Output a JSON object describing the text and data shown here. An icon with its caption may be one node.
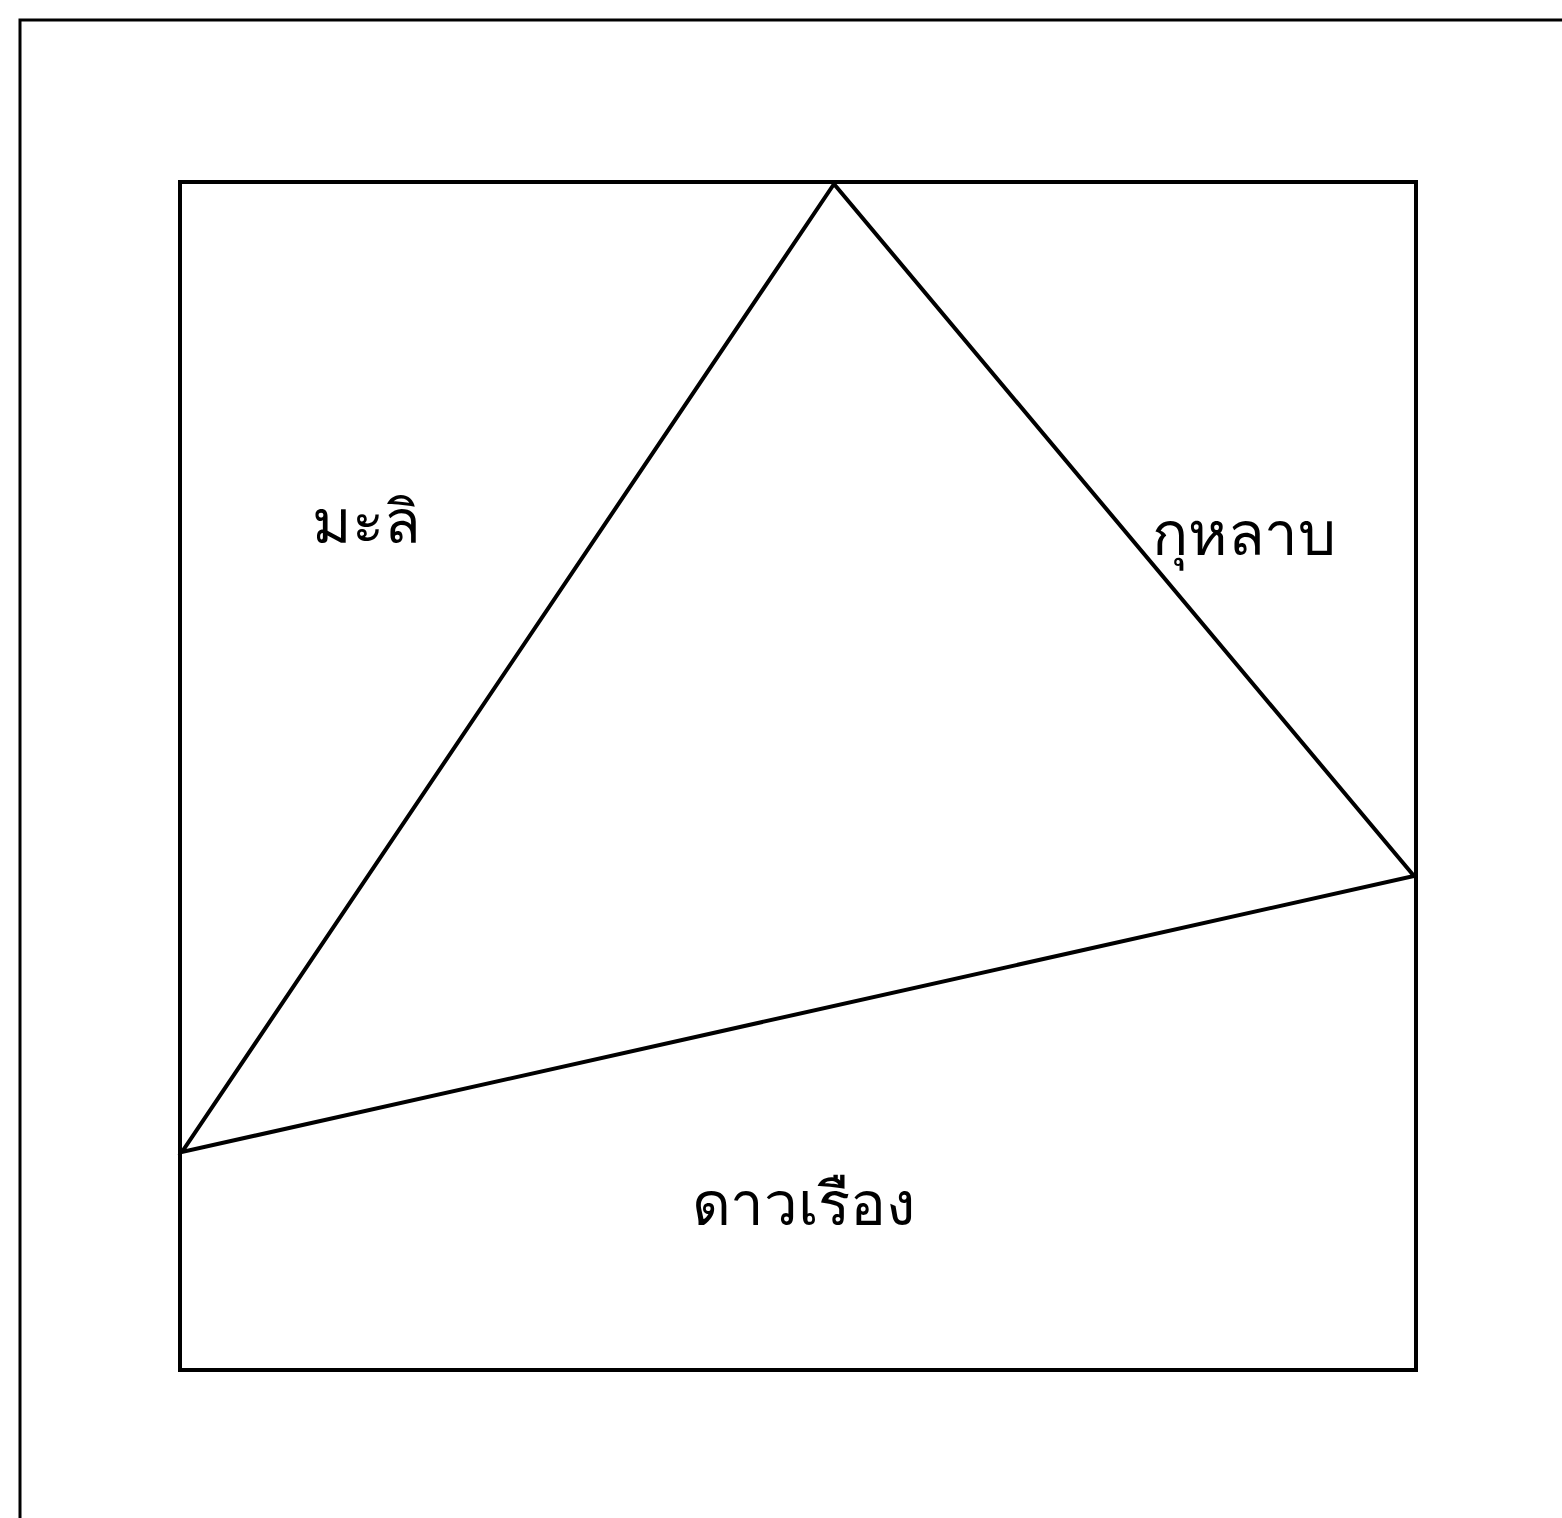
{
  "diagram": {
    "labels": [
      "มะลิ",
      "กุหลาบ",
      "ดาวเรือง"
    ]
  }
}
